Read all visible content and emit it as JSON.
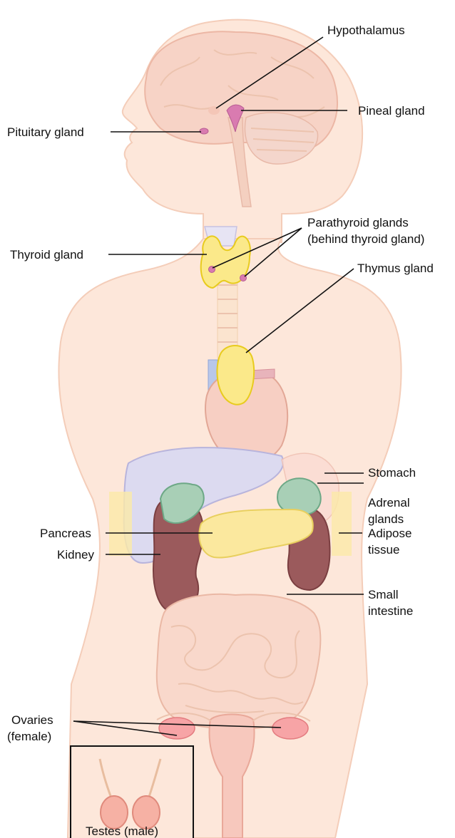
{
  "labels": {
    "hypothalamus": "Hypothalamus",
    "pineal": "Pineal gland",
    "pituitary": "Pituitary gland",
    "parathyroid_1": "Parathyroid glands",
    "parathyroid_2": "(behind thyroid gland)",
    "thyroid": "Thyroid gland",
    "thymus": "Thymus gland",
    "stomach": "Stomach",
    "adrenal_1": "Adrenal",
    "adrenal_2": "glands",
    "pancreas": "Pancreas",
    "adipose_1": "Adipose",
    "adipose_2": "tissue",
    "kidney": "Kidney",
    "small_intestine_1": "Small",
    "small_intestine_2": "intestine",
    "ovaries_1": "Ovaries",
    "ovaries_2": "(female)",
    "testes": "Testes (male)"
  },
  "colors": {
    "skin": "#fde7da",
    "skin_outline": "#f4cdb9",
    "gland_pink": "#d97bb0",
    "thyroid_yellow": "#fbe98a",
    "thyroid_outline": "#e8cb1e",
    "kidney": "#9b5a5c",
    "adrenal": "#a8cfb6",
    "pancreas": "#fbe89e",
    "liver": "#d9d8ef",
    "heart": "#f7cfc3",
    "intestine": "#f9d8cb"
  },
  "icons": {
    "body": "human-torso-silhouette",
    "brain": "brain-icon",
    "inset": "testes-inset"
  }
}
